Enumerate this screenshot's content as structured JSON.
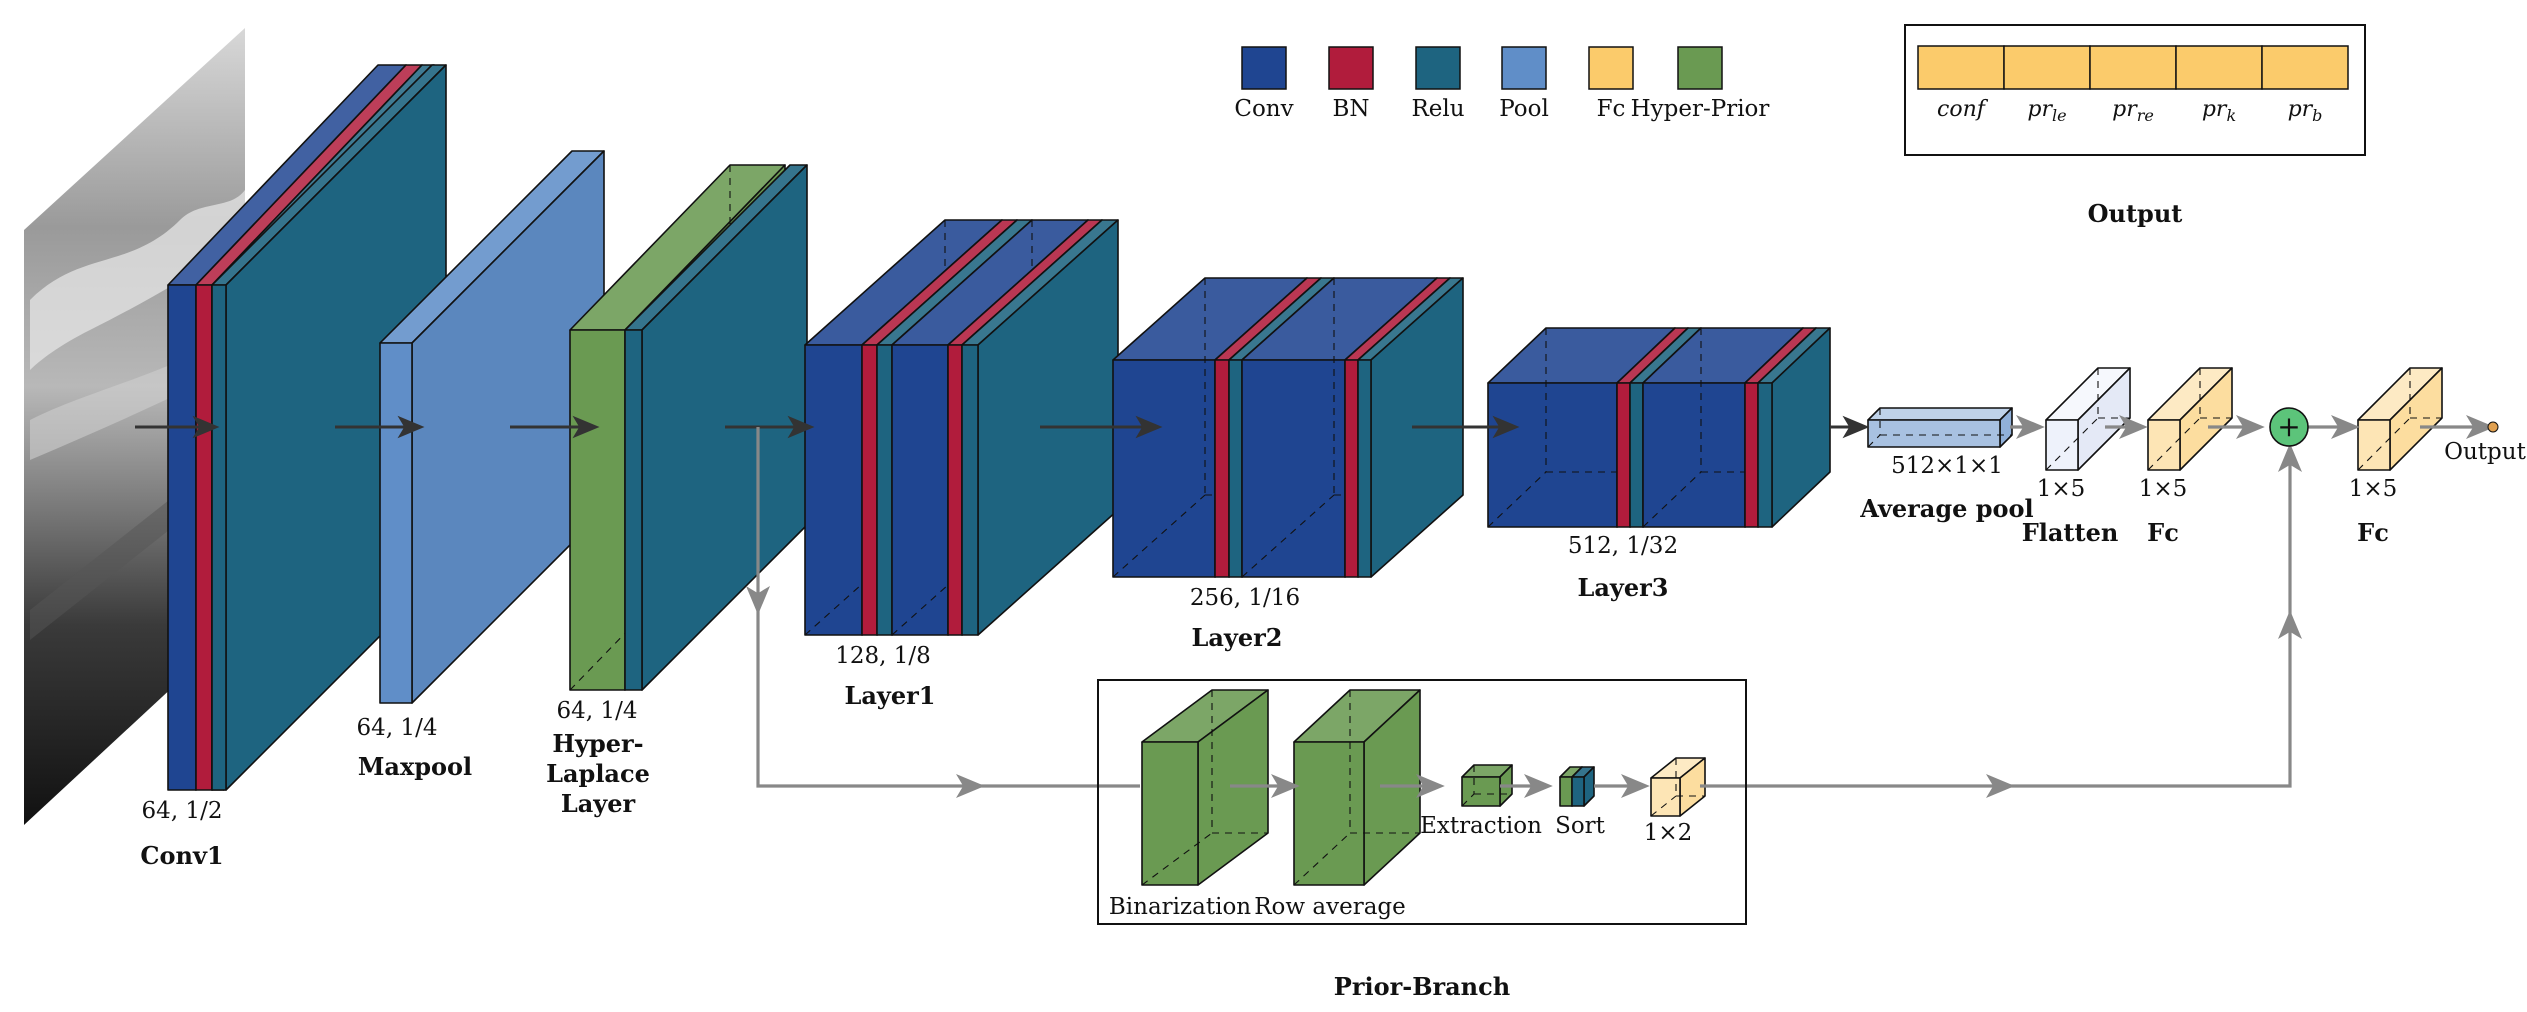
{
  "colors": {
    "conv": "#1f4591",
    "bn": "#b11c3c",
    "relu": "#1e6480",
    "pool": "#608ec8",
    "fc": "#fbcb6b",
    "hyper_prior": "#6a9a52"
  },
  "legend": {
    "items": [
      {
        "key": "conv",
        "label": "Conv"
      },
      {
        "key": "bn",
        "label": "BN"
      },
      {
        "key": "relu",
        "label": "Relu"
      },
      {
        "key": "pool",
        "label": "Pool"
      },
      {
        "key": "fc",
        "label": "Fc"
      },
      {
        "key": "hyper_prior",
        "label": "Hyper-Prior"
      }
    ]
  },
  "output_box": {
    "cells": [
      "conf",
      "pr_le",
      "pr_re",
      "pr_k",
      "pr_b"
    ],
    "title": "Output"
  },
  "input_image": {
    "icon": "grayscale-landscape-photo"
  },
  "main_branch": {
    "conv1": {
      "size": "64, 1/2",
      "name": "Conv1"
    },
    "maxpool": {
      "size": "64, 1/4",
      "name": "Maxpool"
    },
    "hyper_laplace": {
      "size": "64, 1/4",
      "name_lines": [
        "Hyper-",
        "Laplace",
        "Layer"
      ]
    },
    "layer1": {
      "size": "128, 1/8",
      "name": "Layer1"
    },
    "layer2": {
      "size": "256, 1/16",
      "name": "Layer2"
    },
    "layer3": {
      "size": "512, 1/32",
      "name": "Layer3"
    },
    "average_pool": {
      "size": "512×1×1",
      "name": "Average pool"
    },
    "flatten": {
      "size": "1×5",
      "name": "Flatten"
    },
    "fc1": {
      "size": "1×5",
      "name": "Fc"
    },
    "fc2": {
      "size": "1×5",
      "name": "Fc"
    },
    "sum_symbol": "+",
    "output_label": "Output"
  },
  "prior_branch": {
    "title": "Prior-Branch",
    "binarization": "Binarization",
    "row_average": "Row average",
    "extraction": "Extraction",
    "sort": "Sort",
    "fc_size": "1×2"
  }
}
